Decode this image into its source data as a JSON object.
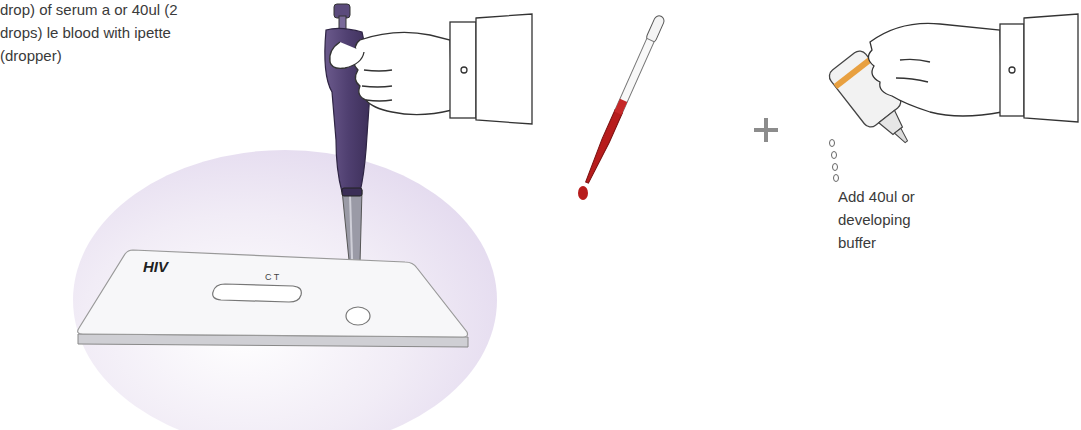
{
  "diagram": {
    "nodes": [
      {
        "text": [
          "HIV",
          "C T"
        ]
      }
    ],
    "labels": [
      "drop) of serum a or 40ul (2 drops) le blood with ipette (dropper)",
      "Add 40ul or developing buffer"
    ]
  }
}
